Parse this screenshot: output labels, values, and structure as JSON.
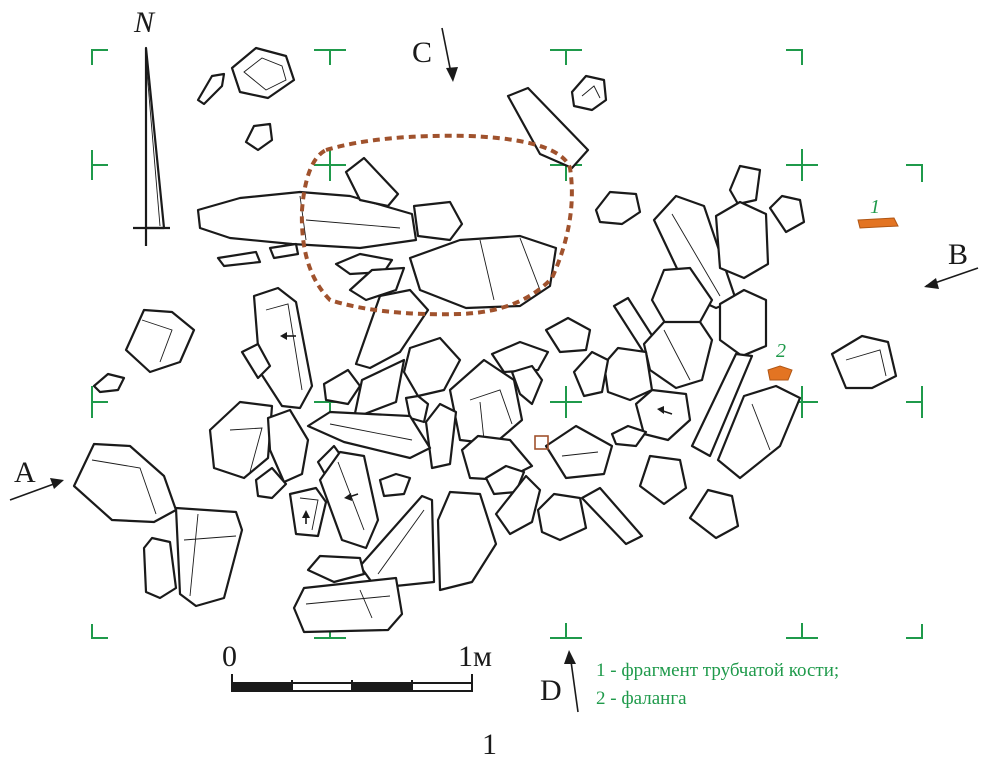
{
  "north_label": "N",
  "section_labels": {
    "a": "A",
    "b": "B",
    "c": "C",
    "d": "D"
  },
  "scale": {
    "start_label": "0",
    "end_label": "1м"
  },
  "markers": {
    "bone_fragment_number": "1",
    "phalanx_number": "2"
  },
  "legend": {
    "line1": "1 - фрагмент трубчатой кости;",
    "line2": "2 - фаланга"
  },
  "figure_number": "1",
  "colors": {
    "grid": "#1f9a4b",
    "outline": "#1a1a1a",
    "dashed_contour": "#a0522d",
    "bone_marker": "#e37422"
  }
}
